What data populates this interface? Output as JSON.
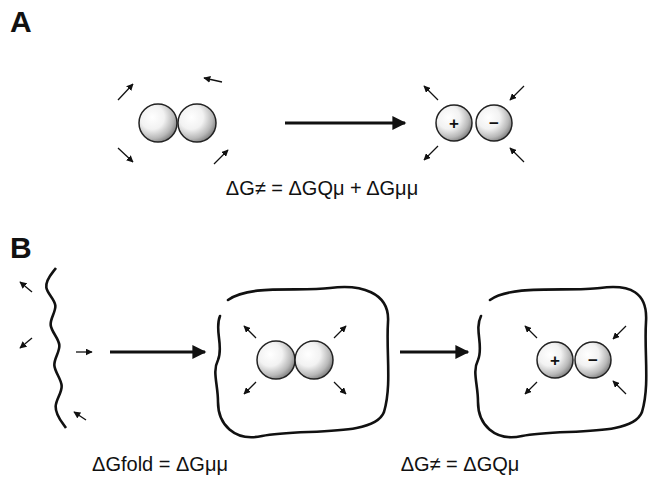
{
  "diagram": {
    "nodes": [
      {
        "text": [
          "+"
        ]
      },
      {
        "text": [
          "−"
        ]
      },
      {
        "text": [
          "+"
        ]
      },
      {
        "text": [
          "−"
        ]
      }
    ],
    "labels": [
      "A",
      "ΔG≠ = ΔGQμ + ΔGμμ",
      "B",
      "ΔGfold = ΔGμμ",
      "ΔG≠ = ΔGQμ"
    ]
  }
}
